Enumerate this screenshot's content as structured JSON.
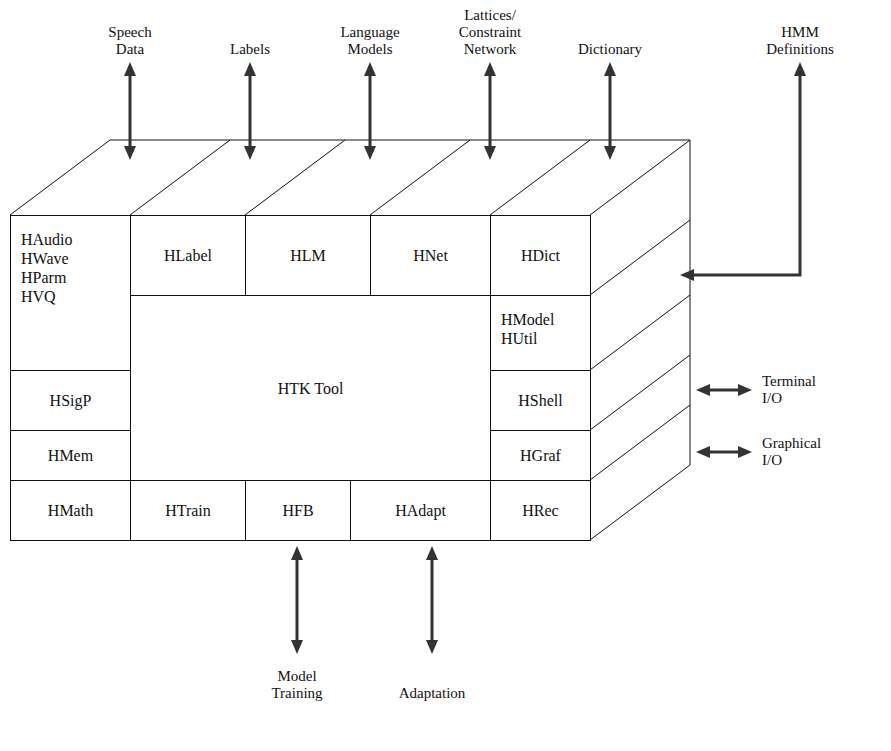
{
  "diagram": {
    "nodes": [
      {
        "text": [
          "HAudio",
          "HWave",
          "HParm",
          "HVQ"
        ]
      },
      {
        "text": [
          "HLabel"
        ]
      },
      {
        "text": [
          "HLM"
        ]
      },
      {
        "text": [
          "HNet"
        ]
      },
      {
        "text": [
          "HDict"
        ]
      },
      {
        "text": [
          "HModel",
          "HUtil"
        ]
      },
      {
        "text": [
          "HSigP"
        ]
      },
      {
        "text": [
          "HTK Tool"
        ]
      },
      {
        "text": [
          "HShell"
        ]
      },
      {
        "text": [
          "HMem"
        ]
      },
      {
        "text": [
          "HGraf"
        ]
      },
      {
        "text": [
          "HMath"
        ]
      },
      {
        "text": [
          "HTrain"
        ]
      },
      {
        "text": [
          "HFB"
        ]
      },
      {
        "text": [
          "HAdapt"
        ]
      },
      {
        "text": [
          "HRec"
        ]
      }
    ],
    "labels": [
      "Speech Data",
      "Labels",
      "Language Models",
      "Lattices/ Constraint Network",
      "Dictionary",
      "HMM Definitions",
      "Terminal I/O",
      "Graphical I/O",
      "Model Training",
      "Adaptation"
    ]
  }
}
